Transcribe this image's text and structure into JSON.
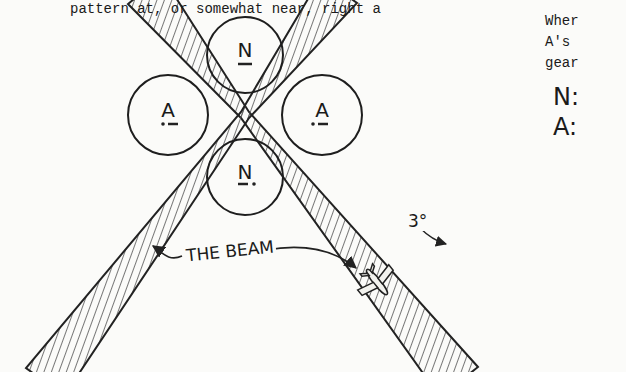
{
  "diagram": {
    "nodes": [
      {
        "text": [
          "N"
        ]
      },
      {
        "text": [
          "A"
        ]
      },
      {
        "text": [
          "A"
        ]
      },
      {
        "text": [
          "N"
        ]
      }
    ],
    "labels": [
      "pattern at, or somewhat near, right a",
      "Wher",
      "A's",
      "gear",
      "N:",
      "A:",
      "THE BEAM",
      "3°"
    ]
  }
}
